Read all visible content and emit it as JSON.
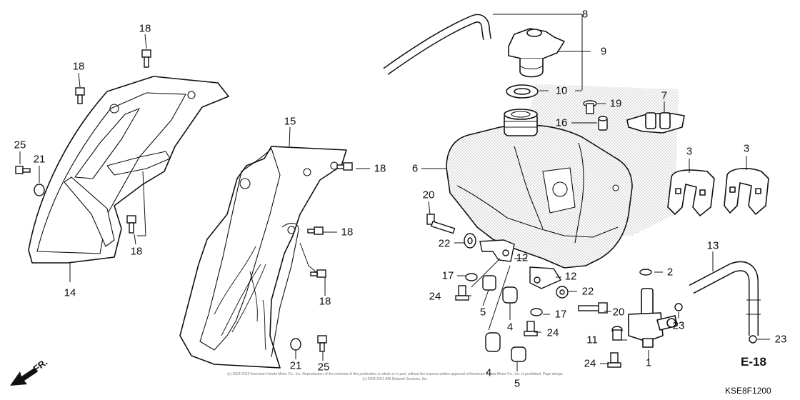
{
  "diagram": {
    "callouts": {
      "c1": "1",
      "c2": "2",
      "c3a": "3",
      "c3b": "3",
      "c4a": "4",
      "c4b": "4",
      "c5a": "5",
      "c5b": "5",
      "c6": "6",
      "c7": "7",
      "c8": "8",
      "c9": "9",
      "c10": "10",
      "c11": "11",
      "c12a": "12",
      "c12b": "12",
      "c13": "13",
      "c14": "14",
      "c15": "15",
      "c16": "16",
      "c17a": "17",
      "c17b": "17",
      "c18a": "18",
      "c18b": "18",
      "c18c": "18",
      "c18d": "18",
      "c18e": "18",
      "c18f": "18",
      "c19": "19",
      "c20a": "20",
      "c20b": "20",
      "c21a": "21",
      "c21b": "21",
      "c22a": "22",
      "c22b": "22",
      "c23a": "23",
      "c23b": "23",
      "c24a": "24",
      "c24b": "24",
      "c24c": "24",
      "c25a": "25",
      "c25b": "25"
    },
    "section_ref": "E-18",
    "diagram_code": "KSE8F1200",
    "front_marker": "FR.",
    "copyright": "(c) 2002-2010 American Honda Motor Co., Inc. Reproduction of the contents of this publication in whole or in part, without the express written approval of American Honda Motor Co., Inc. is prohibited. Page design (c) 2004-2011 ARI Network Services, Inc."
  }
}
